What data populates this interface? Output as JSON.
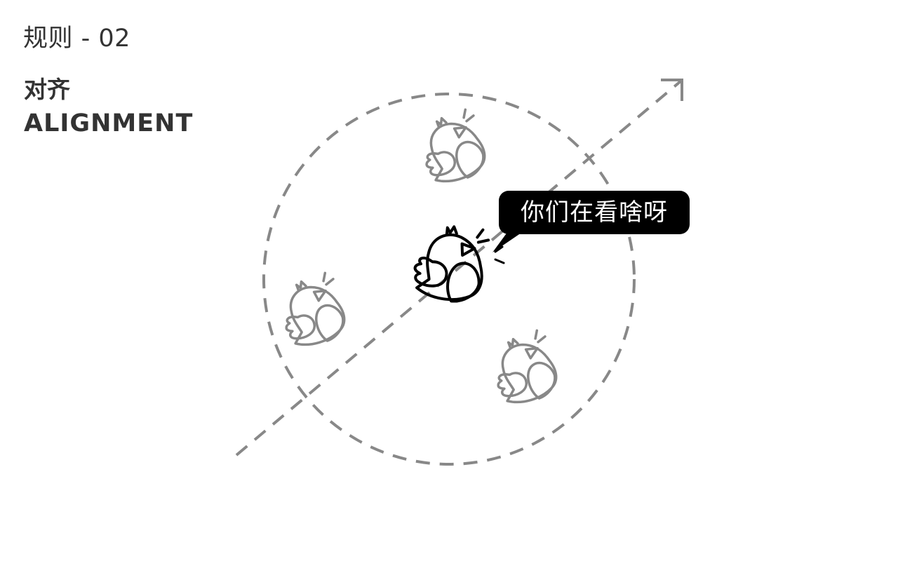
{
  "rule": {
    "label": "规则 - 02"
  },
  "heading": {
    "zh": "对齐",
    "en": "ALIGNMENT"
  },
  "speech_bubble": {
    "text": "你们在看啥呀"
  },
  "colors": {
    "text": "#333333",
    "dashed": "#888888",
    "bird_faded": "#888888",
    "bird_main": "#000000",
    "bubble_fill": "#000000",
    "bubble_text": "#ffffff"
  },
  "icons": {
    "main_bird": "bird-icon",
    "neighbor_birds": [
      "bird-icon",
      "bird-icon",
      "bird-icon"
    ],
    "direction": "arrow-icon",
    "radius": "dashed-circle"
  }
}
